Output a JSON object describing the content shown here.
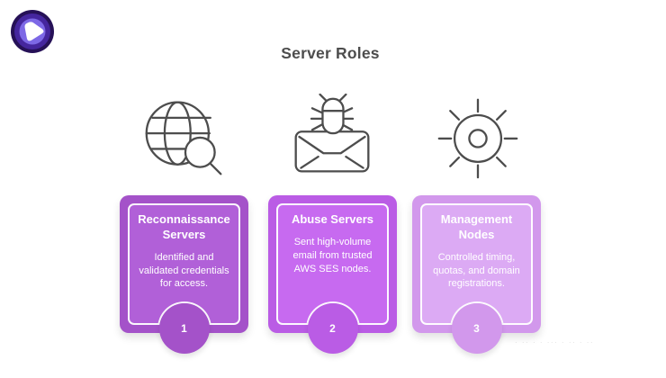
{
  "theme": {
    "background": "#ffffff",
    "title_color": "#4d4d4d",
    "icon_stroke": "#4d4d4d",
    "card_text_color": "#ffffff"
  },
  "header": {
    "title": "Server Roles"
  },
  "logo": {
    "outer_color": "#261157",
    "mid_color": "#45269e",
    "ring_color": "#7d68e6",
    "center_color": "#ffffff"
  },
  "cards": [
    {
      "number": "1",
      "title": "Reconnaissance Servers",
      "body": "Identified and validated credentials for access.",
      "icon": "globe-search-icon",
      "frame_color": "#a452c9",
      "panel_color": "#b160d8"
    },
    {
      "number": "2",
      "title": "Abuse Servers",
      "body": "Sent high-volume email from trusted AWS SES nodes.",
      "icon": "bug-email-icon",
      "frame_color": "#ba5ce5",
      "panel_color": "#c76af0"
    },
    {
      "number": "3",
      "title": "Management Nodes",
      "body": "Controlled timing, quotas, and domain registrations.",
      "icon": "network-node-icon",
      "frame_color": "#d298ec",
      "panel_color": "#dcaaf4"
    }
  ],
  "watermark": {
    "text": "· ·· · · ··· · ·· · ··"
  }
}
